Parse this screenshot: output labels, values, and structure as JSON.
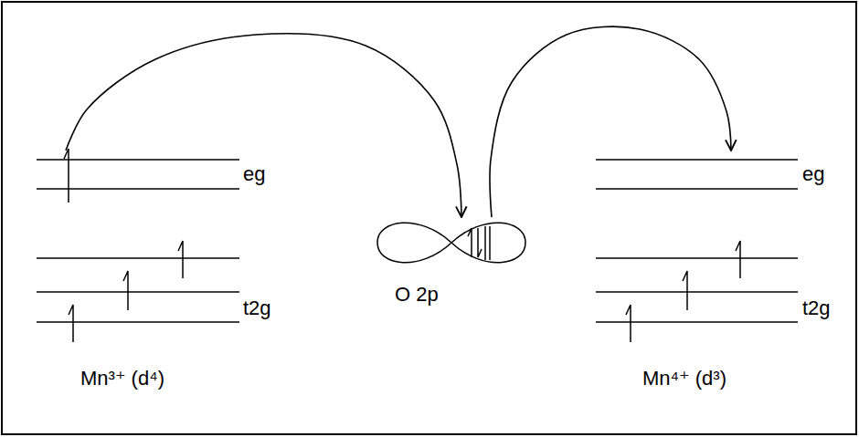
{
  "diagram": {
    "nodes": [
      {
        "text": [
          "eg"
        ]
      },
      {
        "text": [
          "t2g"
        ]
      },
      {
        "text": [
          "O 2p"
        ]
      },
      {
        "text": [
          "eg"
        ]
      },
      {
        "text": [
          "t2g"
        ]
      }
    ],
    "edges": [
      {
        "from": 0,
        "to": 2,
        "arrow": "to"
      },
      {
        "from": 2,
        "to": 3,
        "arrow": "to"
      }
    ],
    "labels": [
      "Mn³⁺ (d⁴)",
      "Mn⁴⁺ (d³)"
    ]
  }
}
